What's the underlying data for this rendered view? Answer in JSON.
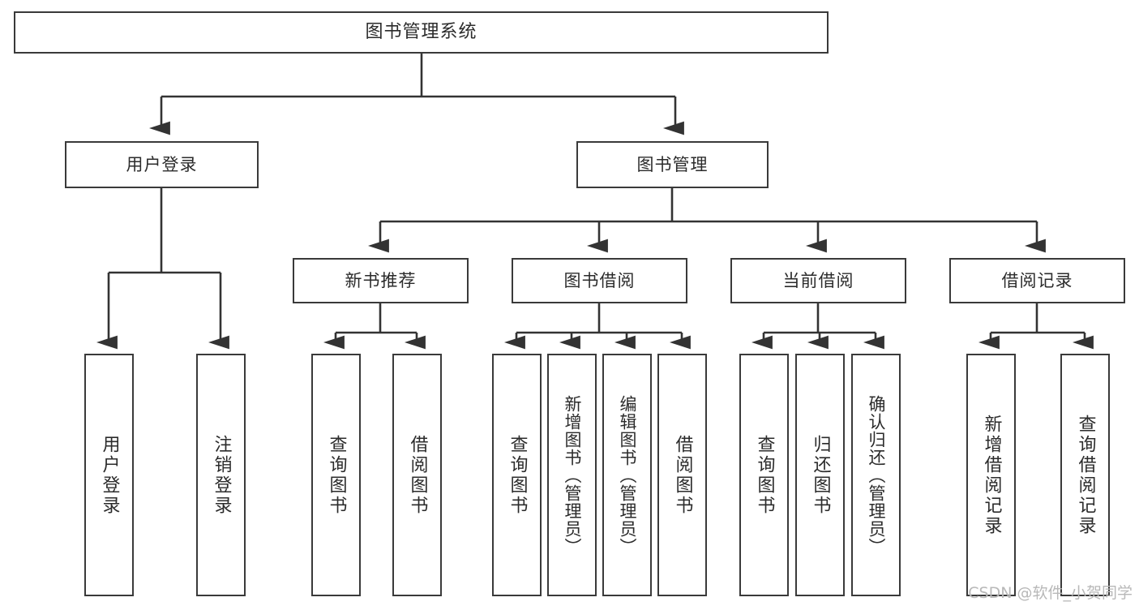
{
  "diagram": {
    "title": "图书管理系统",
    "type": "functional-structure-tree",
    "watermark": "CSDN @软件_小贺同学",
    "colors": {
      "box_border": "#3a3a3a",
      "box_fill": "#ffffff",
      "edge": "#333333",
      "text": "#2b2b2b",
      "watermark": "#b8b8b8",
      "background": "#ffffff"
    },
    "root": {
      "id": "root",
      "label": "图书管理系统"
    },
    "level2": [
      {
        "id": "user-login",
        "label": "用户登录"
      },
      {
        "id": "book-manage",
        "label": "图书管理"
      }
    ],
    "level3": [
      {
        "id": "new-book-recommend",
        "label": "新书推荐"
      },
      {
        "id": "book-borrow",
        "label": "图书借阅"
      },
      {
        "id": "current-borrow",
        "label": "当前借阅"
      },
      {
        "id": "borrow-record",
        "label": "借阅记录"
      }
    ],
    "leaves": {
      "user_login": [
        {
          "id": "leaf-user-login",
          "label": "用户登录"
        },
        {
          "id": "leaf-user-logout",
          "label": "注销登录"
        }
      ],
      "new_book_recommend": [
        {
          "id": "leaf-query-book-1",
          "label": "查询图书"
        },
        {
          "id": "leaf-borrow-book-1",
          "label": "借阅图书"
        }
      ],
      "book_borrow": [
        {
          "id": "leaf-query-book-2",
          "label": "查询图书"
        },
        {
          "id": "leaf-add-book",
          "label": "新增图书（管理员）"
        },
        {
          "id": "leaf-edit-book",
          "label": "编辑图书（管理员）"
        },
        {
          "id": "leaf-borrow-book-2",
          "label": "借阅图书"
        }
      ],
      "current_borrow": [
        {
          "id": "leaf-query-book-3",
          "label": "查询图书"
        },
        {
          "id": "leaf-return-book",
          "label": "归还图书"
        },
        {
          "id": "leaf-confirm-return",
          "label": "确认归还（管理员）"
        }
      ],
      "borrow_record": [
        {
          "id": "leaf-add-record",
          "label": "新增借阅记录"
        },
        {
          "id": "leaf-query-record",
          "label": "查询借阅记录"
        }
      ]
    }
  }
}
